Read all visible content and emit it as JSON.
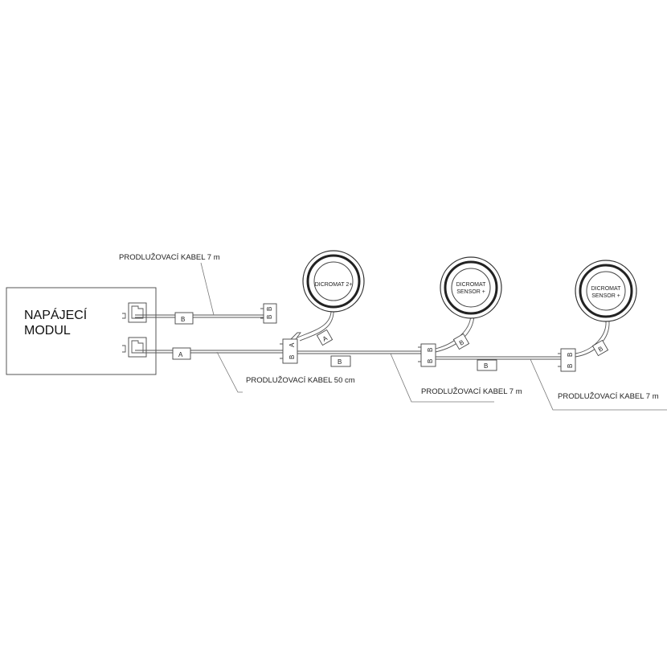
{
  "module": {
    "title_line1": "NAPÁJECÍ",
    "title_line2": "MODUL"
  },
  "labels": {
    "cable_top": "PRODLUŽOVACÍ KABEL 7 m",
    "cable_50": "PRODLUŽOVACÍ KABEL 50 cm",
    "cable_mid": "PRODLUŽOVACÍ KABEL 7 m",
    "cable_right": "PRODLUŽOVACÍ KABEL 7 m"
  },
  "sensors": [
    {
      "line1": "DICROMAT 2+",
      "line2": ""
    },
    {
      "line1": "DICROMAT",
      "line2": "SENSOR +"
    },
    {
      "line1": "DICROMAT",
      "line2": "SENSOR +"
    }
  ],
  "tags": {
    "b": "B",
    "a": "A",
    "connector_b": "B",
    "connector_a": "A"
  }
}
